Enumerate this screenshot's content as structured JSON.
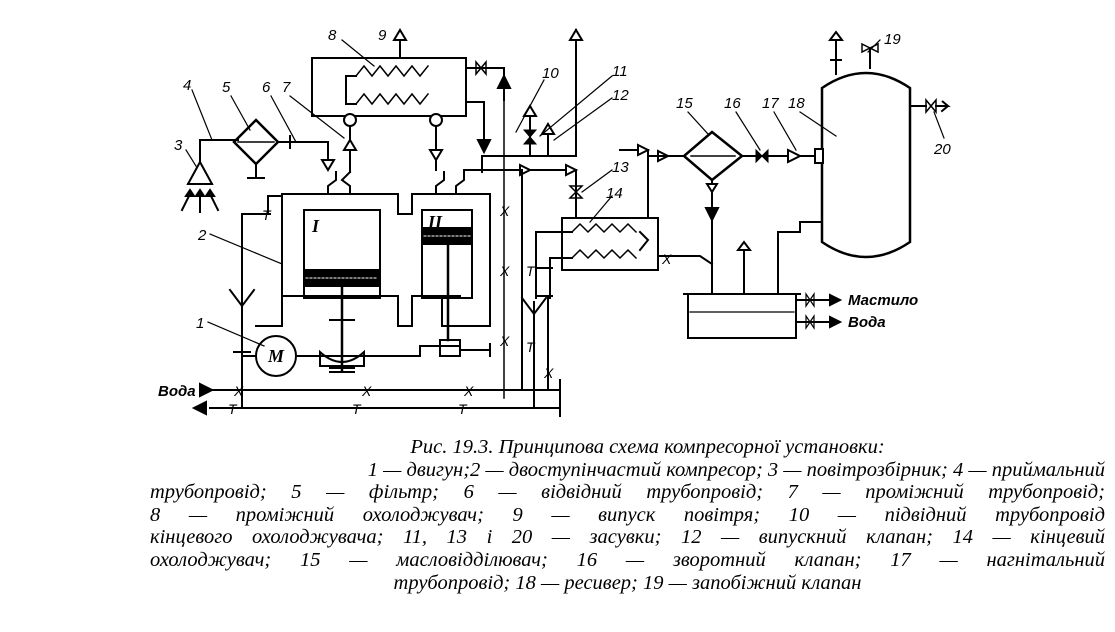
{
  "labels": {
    "n1": "1",
    "n2": "2",
    "n3": "3",
    "n4": "4",
    "n5": "5",
    "n6": "6",
    "n7": "7",
    "n8": "8",
    "n9": "9",
    "n10": "10",
    "n11": "11",
    "n12": "12",
    "n13": "13",
    "n14": "14",
    "n15": "15",
    "n16": "16",
    "n17": "17",
    "n18": "18",
    "n19": "19",
    "n20": "20"
  },
  "stage_marks": {
    "stage1": "I",
    "stage2": "II"
  },
  "motor_symbol": "M",
  "line_marks": {
    "cold": "X",
    "return": "T"
  },
  "flow_labels": {
    "water_in": "Вода",
    "oil": "Мастило",
    "water_out": "Вода"
  },
  "caption": {
    "title": "Рис. 19.3. Принципова схема компресорної установки:",
    "lines": [
      "1 — двигун;2 — двоступінчастий компресор; 3 — повітрозбірник; 4 — приймальний",
      "трубопровід; 5 — фільтр; 6 — відвідний трубопровід; 7 — проміжний трубопровід;",
      "8 — проміжний охолоджувач; 9 — випуск повітря; 10 — підвідний трубопровід",
      "кінцевого охолоджувача; 11, 13 і 20 — засувки; 12 — випускний клапан; 14 — кінцевий",
      "охолоджувач; 15 — масловідділювач; 16 — зворотний клапан; 17 — нагнітальний",
      "трубопровід; 18 — ресивер; 19 — запобіжний клапан"
    ]
  }
}
